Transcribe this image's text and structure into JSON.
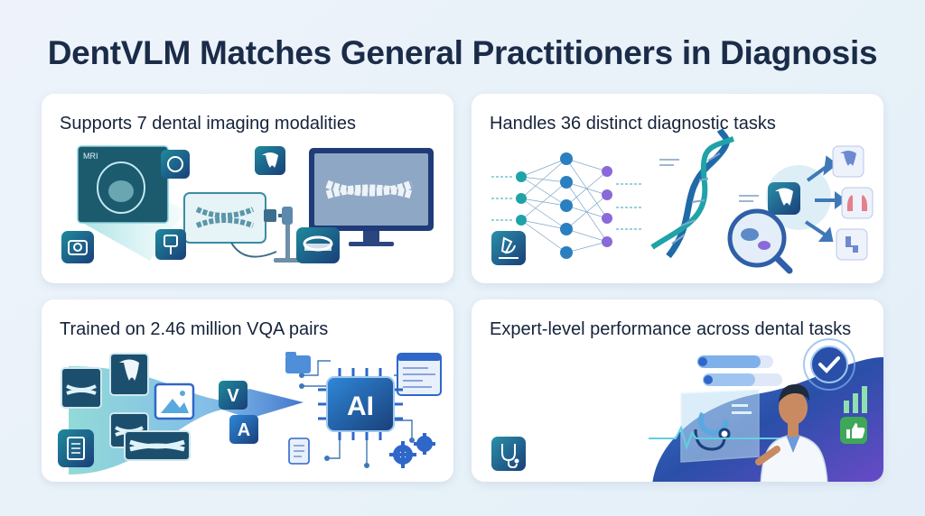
{
  "title": "DentVLM Matches General Practitioners in Diagnosis",
  "cards": [
    {
      "title": "Supports 7 dental imaging modalities",
      "mri_label": "MRI",
      "icons": [
        "camera-icon",
        "intraoral-sensor-icon",
        "ct-scanner-icon",
        "tooth-scan-icon",
        "monitor-panoramic-xray"
      ]
    },
    {
      "title": "Handles 36 distinct diagnostic tasks",
      "icons": [
        "microscope-icon",
        "neural-network-icon",
        "dna-helix-icon",
        "magnifier-bacteria-icon",
        "tooth-icon",
        "lungs-icon",
        "joint-icon"
      ]
    },
    {
      "title": "Trained on 2.46 million VQA pairs",
      "v_label": "V",
      "a_label": "A",
      "chip_label": "AI",
      "icons": [
        "document-icon",
        "tooth-xray-icon",
        "image-icon",
        "folder-icon",
        "code-window-icon",
        "gears-icon"
      ]
    },
    {
      "title": "Expert-level performance across dental tasks",
      "icons": [
        "stethoscope-icon",
        "doctor-figure",
        "check-circle-icon",
        "thumbs-up-icon",
        "bar-chart-icon"
      ]
    }
  ],
  "colors": {
    "title": "#1b2c49",
    "teal": "#1f8a9c",
    "navy": "#1a3f7a",
    "blue": "#2f67c8",
    "purple": "#7a5fd0"
  }
}
